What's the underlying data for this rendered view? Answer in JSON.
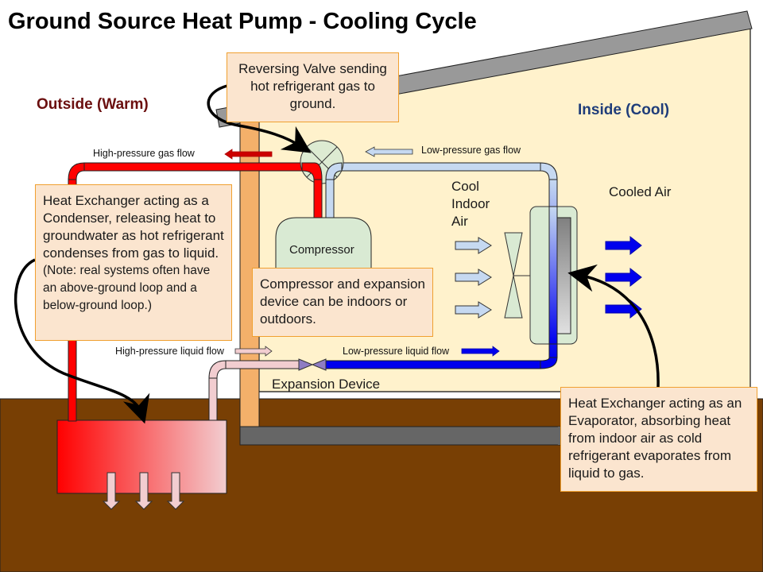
{
  "title": "Ground Source Heat Pump - Cooling Cycle",
  "regions": {
    "outside_label": "Outside (Warm)",
    "inside_label": "Inside (Cool)"
  },
  "flow_labels": {
    "high_pressure_gas": "High-pressure gas flow",
    "low_pressure_gas": "Low-pressure gas flow",
    "high_pressure_liquid": "High-pressure liquid flow",
    "low_pressure_liquid": "Low-pressure liquid flow"
  },
  "components": {
    "compressor": "Compressor",
    "expansion_device": "Expansion Device",
    "cool_indoor_air": "Cool Indoor Air",
    "cooled_air": "Cooled Air"
  },
  "callouts": {
    "reversing_valve": "Reversing Valve sending hot refrigerant gas to ground.",
    "condenser": "Heat Exchanger acting as a Condenser, releasing heat to groundwater as hot refrigerant condenses from gas to liquid.",
    "condenser_note": "(Note: real systems often have an above-ground loop and a below-ground loop.)",
    "compressor_location": "Compressor and expansion device can be indoors or outdoors.",
    "evaporator": "Heat Exchanger acting as an Evaporator, absorbing heat from indoor air as cold refrigerant evaporates from liquid to gas."
  },
  "colors": {
    "hot_gas": "#ff0000",
    "cold_gas": "#c6d9f1",
    "warm_liquid": "#f2cdd0",
    "cold_liquid": "#0000ee",
    "house_interior": "#fff2cc",
    "wall": "#f4b06a",
    "ground": "#783f04",
    "foundation": "#666666",
    "roof": "#999999",
    "component_green": "#d9ead3",
    "callout_fill": "#fbe5cf",
    "callout_border": "#f0a030"
  }
}
